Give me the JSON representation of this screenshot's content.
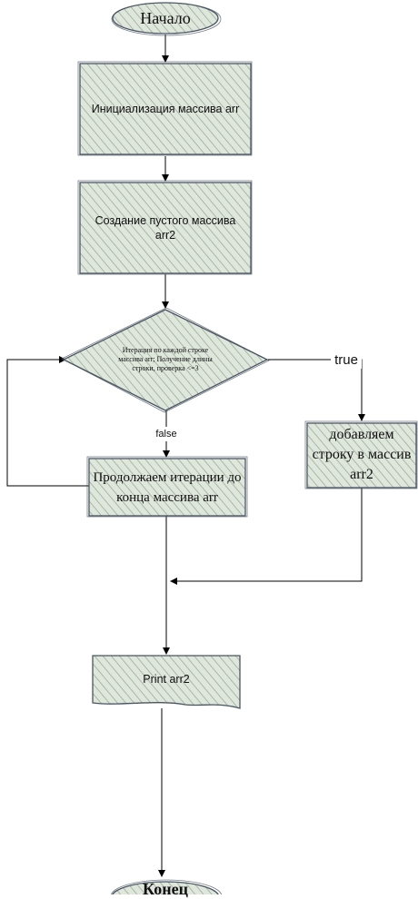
{
  "flowchart": {
    "start": "Начало",
    "init": "Инициализация массива arr",
    "create": "Создание пустого массива arr2",
    "decision": "Итерация по каждой строке массива arr; Получение длины строки, проверка <=3",
    "true_label": "true",
    "false_label": "false",
    "add": "добавляем строку в массив arr2",
    "continue": "Продолжаем итерации до конца массива arr",
    "print": "Print arr2",
    "end": "Конец"
  },
  "colors": {
    "fill": "#dfe7dc",
    "hatch": "#9aab9a",
    "stroke": "#4a5563",
    "edge": "#000000"
  }
}
